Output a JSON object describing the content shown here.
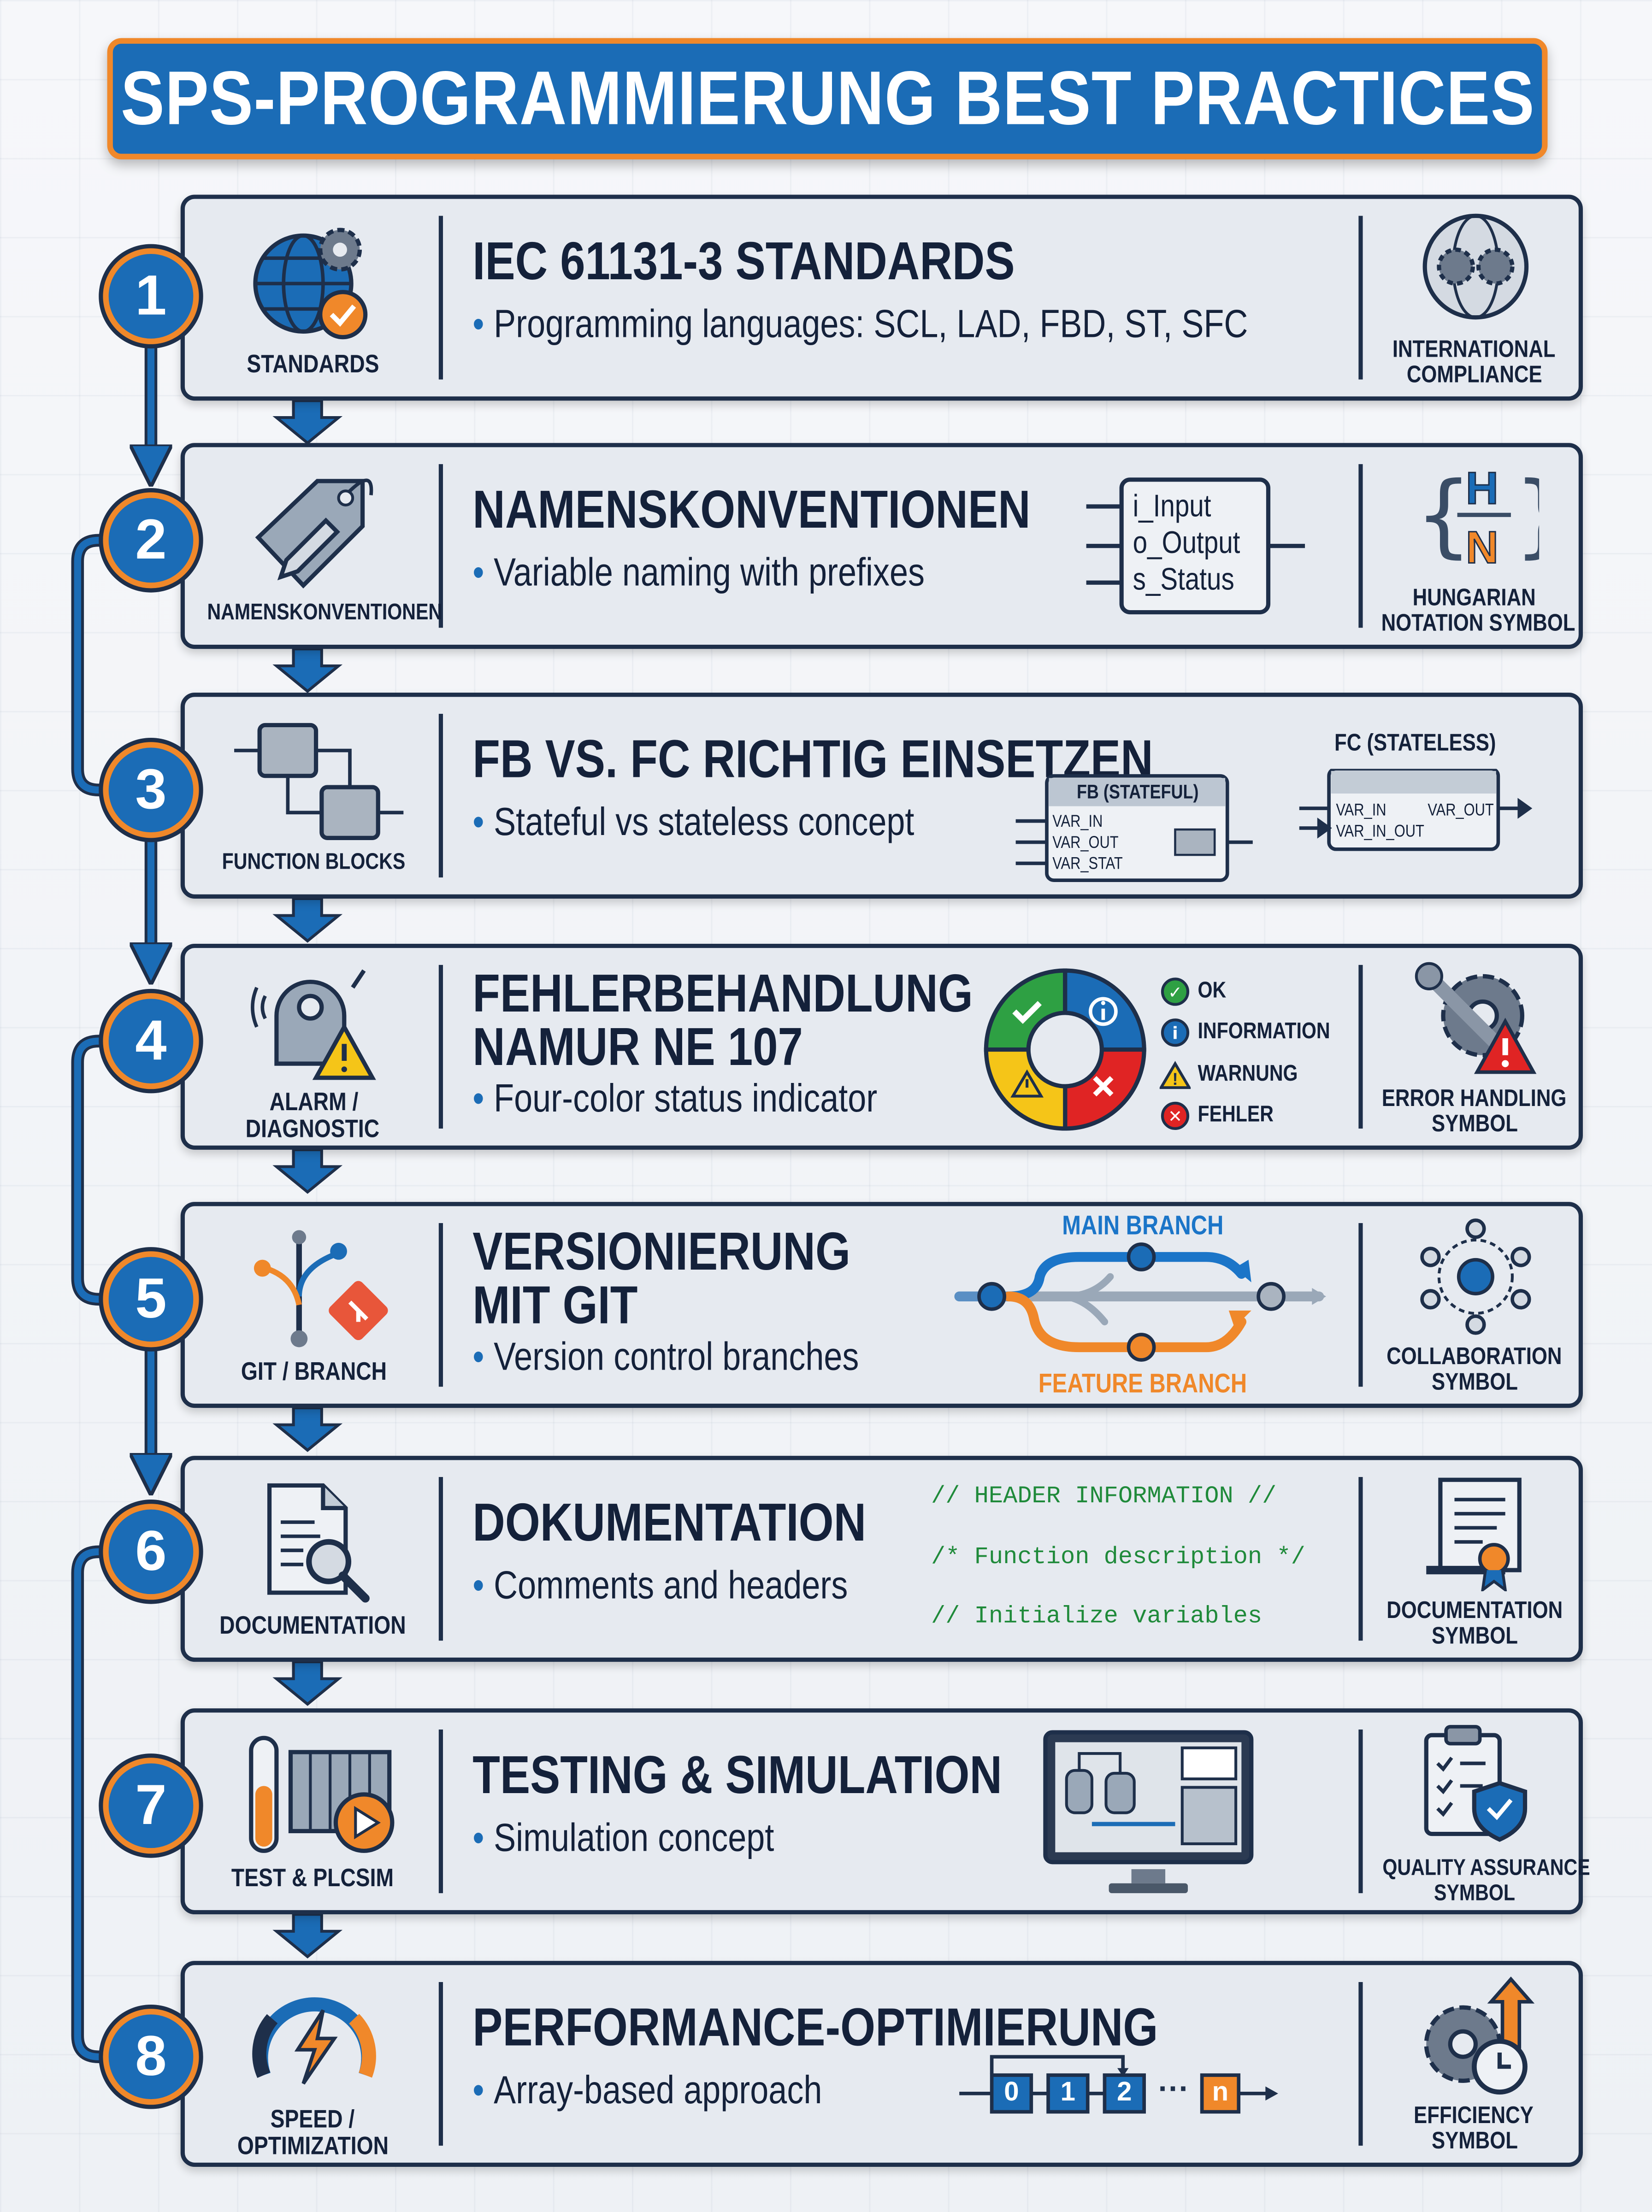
{
  "header": {
    "title": "SPS-PROGRAMMIERUNG BEST PRACTICES"
  },
  "colors": {
    "primary_blue": "#1b6cb6",
    "accent_orange": "#f0882a",
    "dark_navy": "#1e2f4a",
    "ok_green": "#2ea043",
    "warning_yellow": "#f5c518",
    "error_red": "#e02424",
    "code_green": "#1f8a3a"
  },
  "rows": [
    {
      "num": "1",
      "icon": "globe-gear-check-icon",
      "icon_label": [
        "STANDARDS"
      ],
      "title": [
        "IEC 61131-3 STANDARDS"
      ],
      "bullet": "Programming languages: SCL, LAD, FBD, ST, SFC",
      "right_icon": "globe-gears-icon",
      "right_label": [
        "INTERNATIONAL",
        "COMPLIANCE"
      ]
    },
    {
      "num": "2",
      "icon": "tag-pencil-icon",
      "icon_label": [
        "NAMENSKONVENTIONEN"
      ],
      "title": [
        "NAMENSKONVENTIONEN"
      ],
      "bullet": "Variable naming with prefixes",
      "right_icon": "hungarian-notation-icon",
      "right_label": [
        "HUNGARIAN",
        "NOTATION SYMBOL"
      ]
    },
    {
      "num": "3",
      "icon": "function-blocks-icon",
      "icon_label": [
        "FUNCTION BLOCKS"
      ],
      "title": [
        "FB VS. FC RICHTIG EINSETZEN"
      ],
      "bullet": "Stateful vs stateless concept",
      "right_icon": "",
      "right_label": []
    },
    {
      "num": "4",
      "icon": "alarm-diagnostic-icon",
      "icon_label": [
        "ALARM /",
        "DIAGNOSTIC"
      ],
      "title": [
        "FEHLERBEHANDLUNG",
        "NAMUR NE 107"
      ],
      "bullet": "Four-color status indicator",
      "right_icon": "wrench-gear-warning-icon",
      "right_label": [
        "ERROR HANDLING",
        "SYMBOL"
      ]
    },
    {
      "num": "5",
      "icon": "git-branch-icon",
      "icon_label": [
        "GIT / BRANCH"
      ],
      "title": [
        "VERSIONIERUNG",
        "MIT GIT"
      ],
      "bullet": "Version control branches",
      "right_icon": "collaboration-network-icon",
      "right_label": [
        "COLLABORATION",
        "SYMBOL"
      ]
    },
    {
      "num": "6",
      "icon": "document-search-icon",
      "icon_label": [
        "DOCUMENTATION"
      ],
      "title": [
        "DOKUMENTATION"
      ],
      "bullet": "Comments and headers",
      "right_icon": "certificate-document-icon",
      "right_label": [
        "DOCUMENTATION",
        "SYMBOL"
      ]
    },
    {
      "num": "7",
      "icon": "test-tube-plc-icon",
      "icon_label": [
        "TEST & PLCSIM"
      ],
      "title": [
        "TESTING & SIMULATION"
      ],
      "bullet": "Simulation concept",
      "right_icon": "clipboard-shield-icon",
      "right_label": [
        "QUALITY ASSURANCE",
        "SYMBOL"
      ]
    },
    {
      "num": "8",
      "icon": "speedometer-bolt-icon",
      "icon_label": [
        "SPEED /",
        "OPTIMIZATION"
      ],
      "title": [
        "PERFORMANCE-OPTIMIERUNG"
      ],
      "bullet": "Array-based approach",
      "right_icon": "gear-clock-arrow-icon",
      "right_label": [
        "EFFICIENCY",
        "SYMBOL"
      ]
    }
  ],
  "naming_box": {
    "lines": [
      "i_Input",
      "o_Output",
      "s_Status"
    ]
  },
  "fb_box": {
    "title": "FB (STATEFUL)",
    "lines": [
      "VAR_IN",
      "VAR_OUT",
      "VAR_STAT"
    ]
  },
  "fc_box": {
    "title": "FC (STATELESS)",
    "in1": "VAR_IN",
    "out": "VAR_OUT",
    "in2": "VAR_IN_OUT"
  },
  "status_legend": [
    {
      "label": "OK",
      "color": "#2ea043"
    },
    {
      "label": "INFORMATION",
      "color": "#1b6cb6"
    },
    {
      "label": "WARNUNG",
      "color": "#f5c518"
    },
    {
      "label": "FEHLER",
      "color": "#e02424"
    }
  ],
  "git": {
    "main_label": "MAIN BRANCH",
    "feature_label": "FEATURE BRANCH"
  },
  "code_comments": [
    "// HEADER INFORMATION //",
    "/* Function description */",
    "// Initialize variables"
  ],
  "array": {
    "cells": [
      "0",
      "1",
      "2",
      "n"
    ],
    "ellipsis": "···"
  }
}
